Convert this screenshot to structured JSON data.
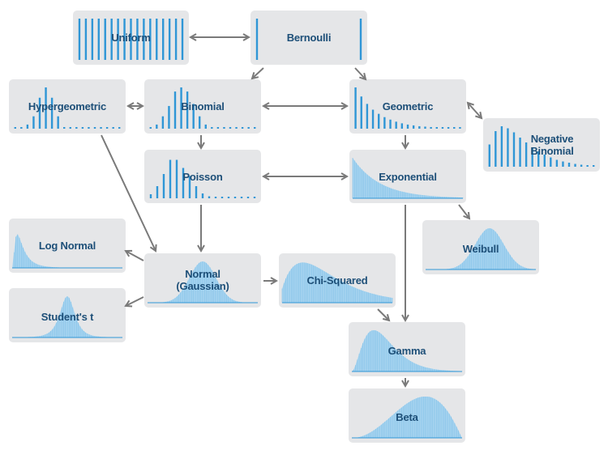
{
  "title": "Probability distribution relationships",
  "colors": {
    "box": "#e5e6e8",
    "text": "#1d4f78",
    "bar": "#2f96d6",
    "fill": "#a9d5f0",
    "arrow": "#7a7a7a"
  },
  "nodes": [
    {
      "id": "uniform",
      "label": "Uniform",
      "shape": "uniform"
    },
    {
      "id": "bernoulli",
      "label": "Bernoulli",
      "shape": "bernoulli"
    },
    {
      "id": "hypergeometric",
      "label": "Hypergeometric",
      "shape": "hypergeometric"
    },
    {
      "id": "binomial",
      "label": "Binomial",
      "shape": "binomial"
    },
    {
      "id": "geometric",
      "label": "Geometric",
      "shape": "geometric"
    },
    {
      "id": "negbinomial",
      "label": "Negative Binomial",
      "shape": "negbinomial"
    },
    {
      "id": "poisson",
      "label": "Poisson",
      "shape": "poisson"
    },
    {
      "id": "exponential",
      "label": "Exponential",
      "shape": "exponential"
    },
    {
      "id": "lognormal",
      "label": "Log Normal",
      "shape": "lognormal"
    },
    {
      "id": "normal",
      "label": "Normal (Gaussian)",
      "shape": "normal"
    },
    {
      "id": "chisquared",
      "label": "Chi-Squared",
      "shape": "chisquared"
    },
    {
      "id": "weibull",
      "label": "Weibull",
      "shape": "weibull"
    },
    {
      "id": "studentt",
      "label": "Student's t",
      "shape": "studentt"
    },
    {
      "id": "gamma",
      "label": "Gamma",
      "shape": "gamma"
    },
    {
      "id": "beta",
      "label": "Beta",
      "shape": "beta"
    }
  ],
  "edges": [
    {
      "from": "uniform",
      "to": "bernoulli",
      "bidirectional": true
    },
    {
      "from": "bernoulli",
      "to": "binomial",
      "bidirectional": false
    },
    {
      "from": "bernoulli",
      "to": "geometric",
      "bidirectional": false
    },
    {
      "from": "hypergeometric",
      "to": "binomial",
      "bidirectional": true
    },
    {
      "from": "binomial",
      "to": "geometric",
      "bidirectional": true
    },
    {
      "from": "binomial",
      "to": "poisson",
      "bidirectional": false
    },
    {
      "from": "geometric",
      "to": "exponential",
      "bidirectional": false
    },
    {
      "from": "geometric",
      "to": "negbinomial",
      "bidirectional": true
    },
    {
      "from": "poisson",
      "to": "exponential",
      "bidirectional": true
    },
    {
      "from": "hypergeometric",
      "to": "normal",
      "bidirectional": false
    },
    {
      "from": "poisson",
      "to": "normal",
      "bidirectional": false
    },
    {
      "from": "exponential",
      "to": "weibull",
      "bidirectional": false
    },
    {
      "from": "exponential",
      "to": "gamma",
      "bidirectional": false
    },
    {
      "from": "normal",
      "to": "lognormal",
      "bidirectional": false
    },
    {
      "from": "normal",
      "to": "studentt",
      "bidirectional": false
    },
    {
      "from": "normal",
      "to": "chisquared",
      "bidirectional": false
    },
    {
      "from": "chisquared",
      "to": "gamma",
      "bidirectional": false
    },
    {
      "from": "gamma",
      "to": "beta",
      "bidirectional": false
    }
  ]
}
